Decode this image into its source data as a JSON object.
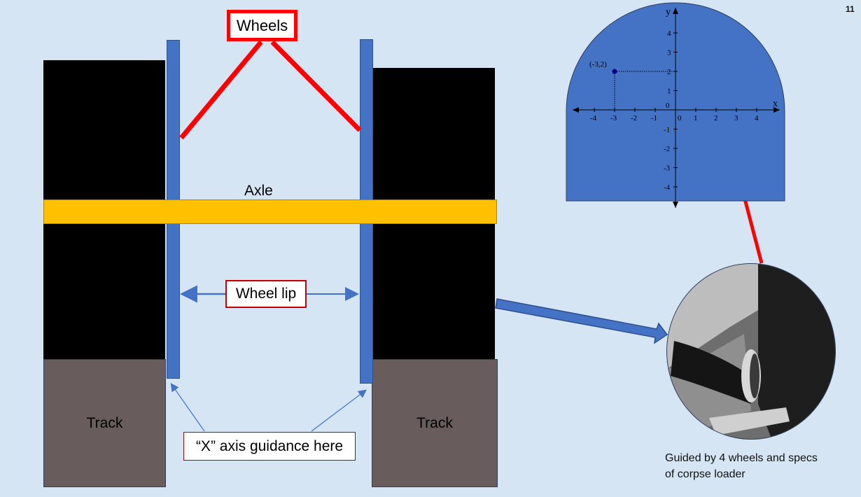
{
  "slide_number": "11",
  "labels": {
    "wheels": "Wheels",
    "axle": "Axle",
    "wheel_lip": "Wheel lip",
    "track_left": "Track",
    "track_right": "Track",
    "x_axis_guidance": "“X” axis guidance here"
  },
  "caption": {
    "line1": "Guided by 4 wheels and specs",
    "line2": "of corpse loader"
  },
  "coordinate_plane": {
    "x_axis_label": "x",
    "y_axis_label": "y",
    "origin_label": "0",
    "x_ticks": [
      "-4",
      "-3",
      "-2",
      "-1",
      "1",
      "2",
      "3",
      "4"
    ],
    "y_ticks": [
      "4",
      "3",
      "2",
      "1",
      "-1",
      "-2",
      "-3",
      "-4"
    ],
    "point_label": "(-3,2)",
    "point": {
      "x": -3,
      "y": 2
    }
  },
  "colors": {
    "background": "#d6e5f4",
    "wheel_lip": "#4472c4",
    "axle": "#ffc000",
    "track": "#685d5c",
    "callout_red": "#ff0000"
  }
}
